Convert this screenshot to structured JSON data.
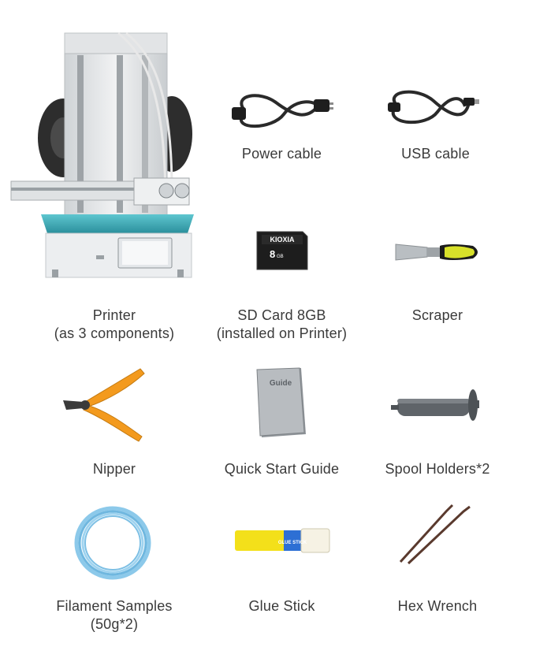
{
  "items": [
    {
      "id": "printer",
      "lines": [
        "Printer",
        "(as 3 components)"
      ],
      "icon": "printer-icon"
    },
    {
      "id": "power-cable",
      "lines": [
        "Power cable"
      ],
      "icon": "power-cable-icon"
    },
    {
      "id": "usb-cable",
      "lines": [
        "USB cable"
      ],
      "icon": "usb-cable-icon"
    },
    {
      "id": "sd-card",
      "lines": [
        "SD Card 8GB",
        "(installed on Printer)"
      ],
      "icon": "sd-card-icon",
      "brand": "KIOXIA",
      "capacity": "8",
      "capacity_unit": "GB"
    },
    {
      "id": "scraper",
      "lines": [
        "Scraper"
      ],
      "icon": "scraper-icon"
    },
    {
      "id": "nipper",
      "lines": [
        "Nipper"
      ],
      "icon": "nipper-icon"
    },
    {
      "id": "quick-start-guide",
      "lines": [
        "Quick Start Guide"
      ],
      "icon": "guide-booklet-icon",
      "cover_text": "Guide"
    },
    {
      "id": "spool-holders",
      "lines": [
        "Spool Holders*2"
      ],
      "icon": "spool-holder-icon"
    },
    {
      "id": "filament-samples",
      "lines": [
        "Filament Samples",
        "(50g*2)"
      ],
      "icon": "filament-coil-icon"
    },
    {
      "id": "glue-stick",
      "lines": [
        "Glue Stick"
      ],
      "icon": "glue-stick-icon",
      "stick_text": "GLUE STICK"
    },
    {
      "id": "hex-wrench",
      "lines": [
        "Hex Wrench"
      ],
      "icon": "hex-wrench-icon"
    }
  ]
}
